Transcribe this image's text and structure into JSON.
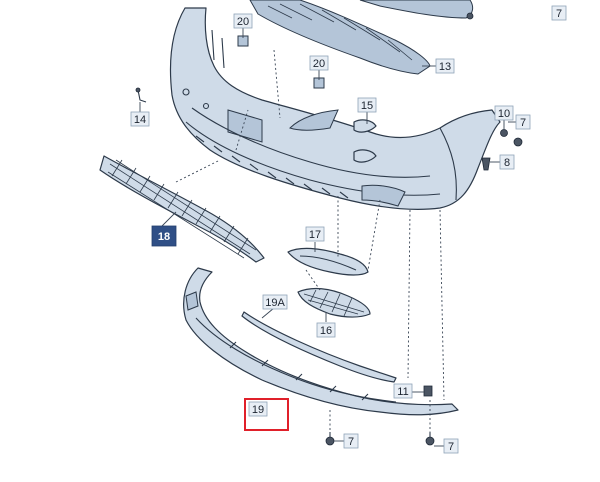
{
  "diagram": {
    "callouts": [
      {
        "id": "c20a",
        "label": "20"
      },
      {
        "id": "c20b",
        "label": "20"
      },
      {
        "id": "c13",
        "label": "13"
      },
      {
        "id": "c7a",
        "label": "7"
      },
      {
        "id": "c14",
        "label": "14"
      },
      {
        "id": "c15",
        "label": "15"
      },
      {
        "id": "c10",
        "label": "10"
      },
      {
        "id": "c7b",
        "label": "7"
      },
      {
        "id": "c8",
        "label": "8"
      },
      {
        "id": "c18",
        "label": "18"
      },
      {
        "id": "c17",
        "label": "17"
      },
      {
        "id": "c19A",
        "label": "19A"
      },
      {
        "id": "c16",
        "label": "16"
      },
      {
        "id": "c11",
        "label": "11"
      },
      {
        "id": "c19",
        "label": "19"
      },
      {
        "id": "c7c",
        "label": "7"
      },
      {
        "id": "c7d",
        "label": "7"
      }
    ],
    "highlighted_callout": "18",
    "selected_part": "19",
    "colors": {
      "part_fill": "#cfdbe8",
      "outline": "#2d3a4a",
      "highlight": "#2f4f86",
      "selection": "#e0202a"
    }
  }
}
